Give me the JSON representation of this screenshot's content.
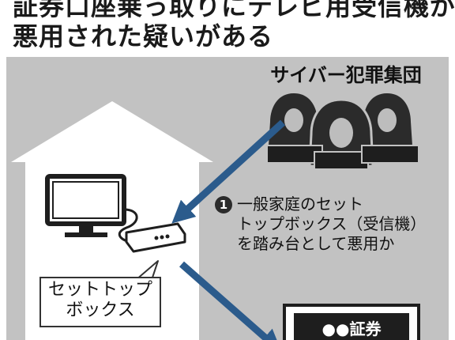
{
  "title": {
    "line1": "証券口座乗っ取りにテレビ用受信機が",
    "line2": "悪用された疑いがある"
  },
  "nodes": {
    "criminal_group": "サイバー犯罪集団",
    "set_top_box": {
      "line1": "セットトップ",
      "line2": "ボックス"
    },
    "securities_company": "●●証券"
  },
  "steps": [
    {
      "number": "1",
      "lines": [
        "一般家庭のセット",
        "トップボックス（受信機）",
        "を踏み台として悪用か"
      ]
    }
  ],
  "colors": {
    "arrow": "#2b5b8c",
    "panel": "#c2c2c2",
    "house": "#ffffff",
    "dark": "#2b2b2b"
  },
  "icons": [
    "hooded-hacker-icon",
    "house-icon",
    "television-icon",
    "router-icon",
    "company-building-icon"
  ]
}
